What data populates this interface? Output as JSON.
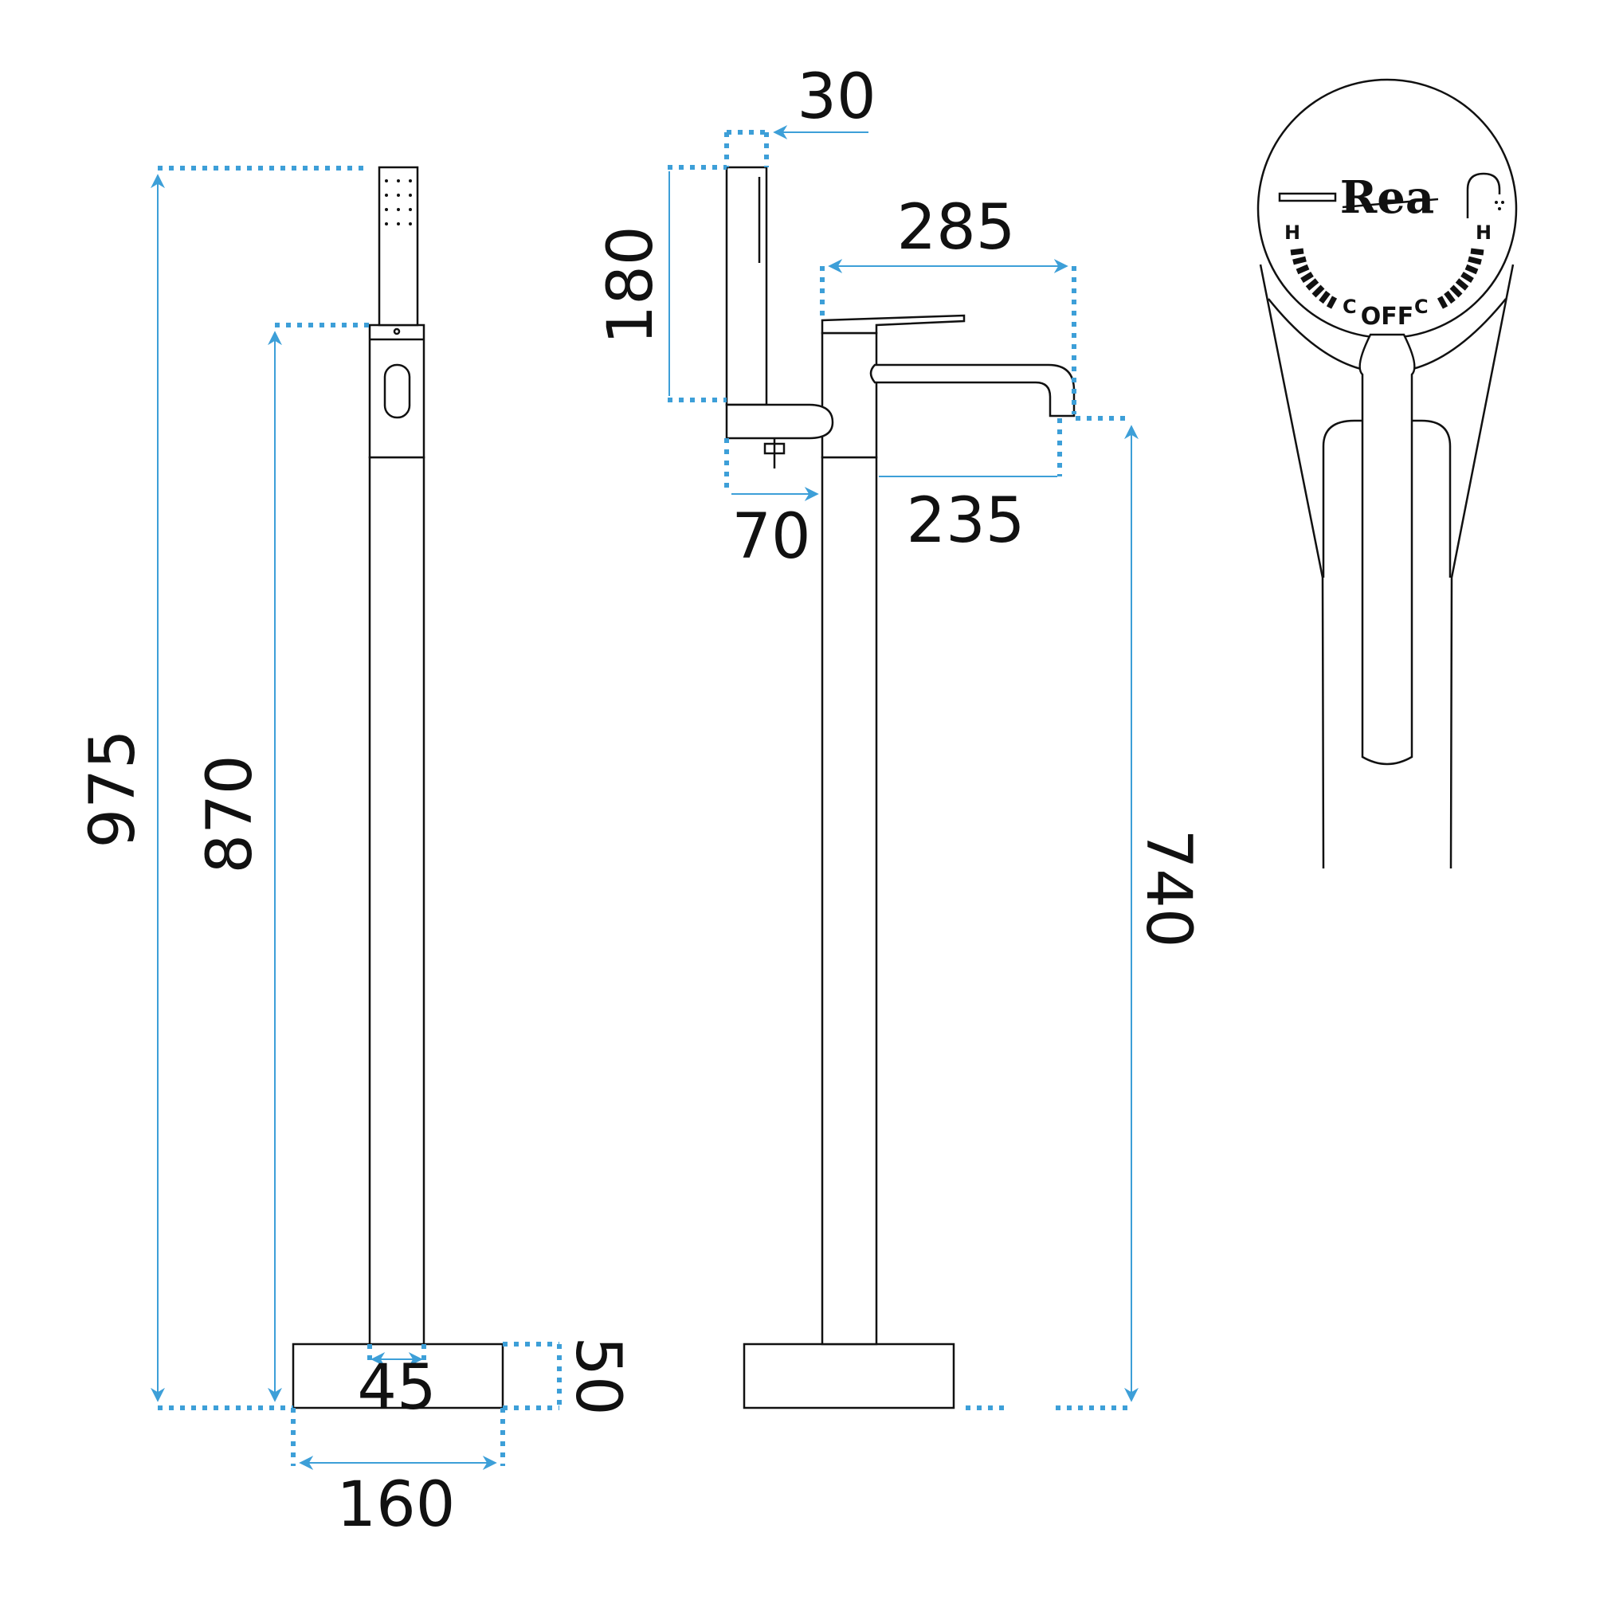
{
  "colors": {
    "dimension": "#3d9fd8",
    "outline": "#111111",
    "background": "#ffffff"
  },
  "dimensions": {
    "total_height": "975",
    "outlet_height": "870",
    "base_height": "50",
    "pipe_width": "45",
    "base_width": "160",
    "handset_depth": "30",
    "handset_length": "180",
    "reach_total": "285",
    "spout_reach": "235",
    "cradle_offset": "70",
    "spout_height": "740"
  },
  "handle": {
    "brand": "Rea",
    "left_hot": "H",
    "right_hot": "H",
    "left_cold": "C",
    "right_cold": "C",
    "off": "OFF",
    "left_icon": "shower-icon",
    "right_icon": "spout-icon"
  }
}
